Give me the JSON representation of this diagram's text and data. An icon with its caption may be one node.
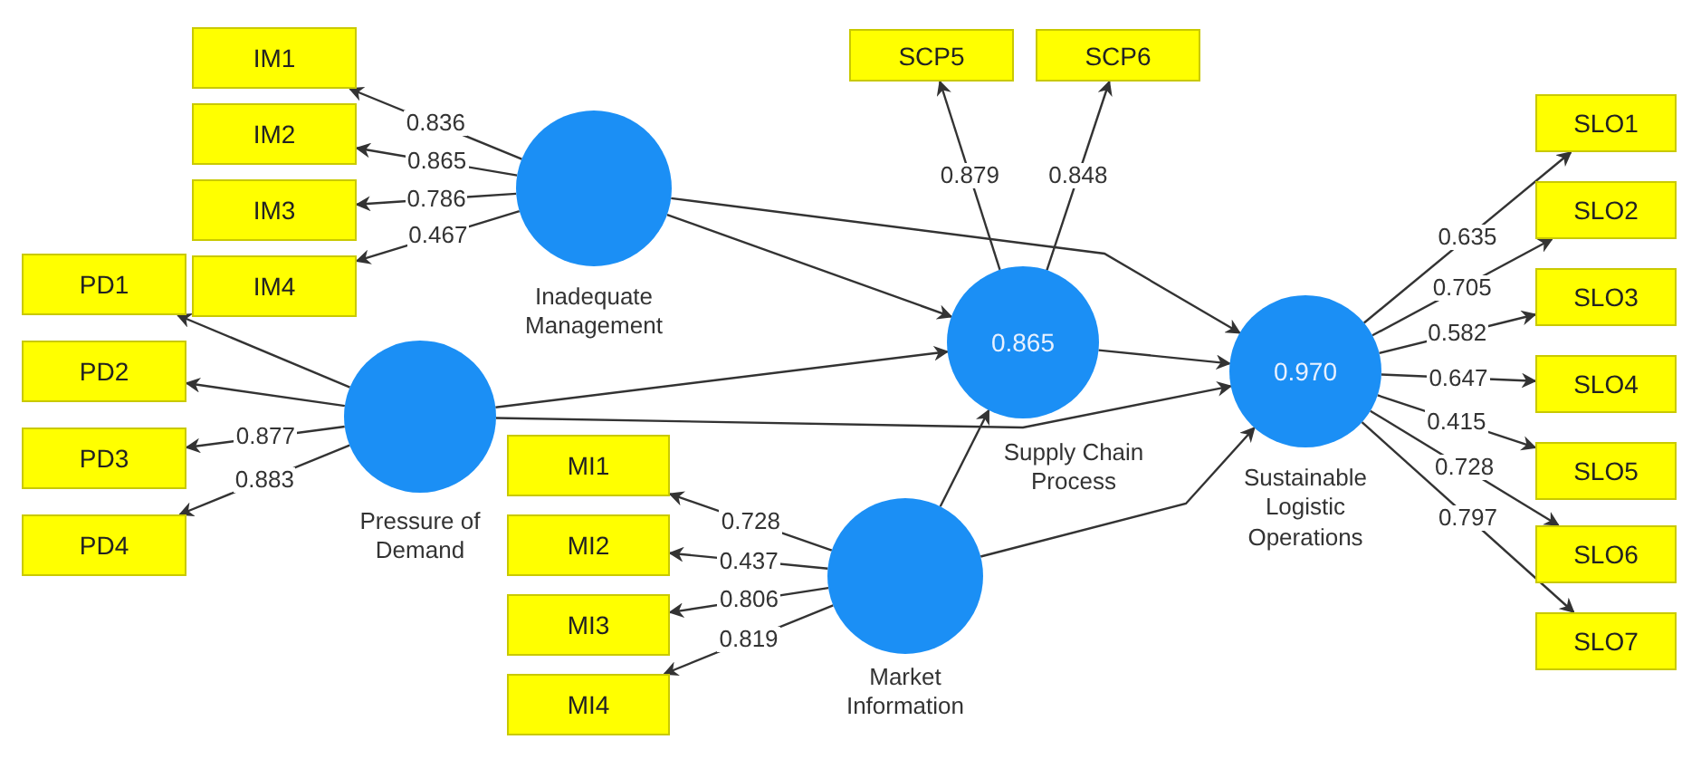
{
  "diagram": {
    "nodes": [
      {
        "text": [
          "IM1"
        ]
      },
      {
        "text": [
          "IM2"
        ]
      },
      {
        "text": [
          "IM3"
        ]
      },
      {
        "text": [
          "IM4"
        ]
      },
      {
        "text": [
          "PD1"
        ]
      },
      {
        "text": [
          "PD2"
        ]
      },
      {
        "text": [
          "PD3"
        ]
      },
      {
        "text": [
          "PD4"
        ]
      },
      {
        "text": [],
        "shape": "circle",
        "beside": [
          "Inadequate Management"
        ]
      },
      {
        "text": [],
        "shape": "circle",
        "beside": [
          "Pressure of Demand"
        ]
      },
      {
        "text": [
          "SCP5"
        ]
      },
      {
        "text": [
          "SCP6"
        ]
      },
      {
        "text": [
          "0.865"
        ],
        "beside": [
          "Supply Chain Process"
        ]
      },
      {
        "text": [
          "MI1"
        ]
      },
      {
        "text": [
          "MI2"
        ]
      },
      {
        "text": [
          "MI3"
        ]
      },
      {
        "text": [
          "MI4"
        ]
      },
      {
        "text": [],
        "shape": "circle",
        "beside": [
          "Market Information"
        ]
      },
      {
        "text": [
          "0.970"
        ],
        "beside": [
          "Sustainable Logistic Operations"
        ]
      },
      {
        "text": [
          "SLO1"
        ]
      },
      {
        "text": [
          "SLO2"
        ]
      },
      {
        "text": [
          "SLO3"
        ]
      },
      {
        "text": [
          "SLO4"
        ]
      },
      {
        "text": [
          "SLO5"
        ]
      },
      {
        "text": [
          "SLO6"
        ]
      },
      {
        "text": [
          "SLO7"
        ]
      }
    ],
    "edges": [
      {
        "from": 8,
        "to": 0,
        "arrow": "to",
        "label": "0.836"
      },
      {
        "from": 8,
        "to": 1,
        "arrow": "to",
        "label": "0.865"
      },
      {
        "from": 8,
        "to": 2,
        "arrow": "to",
        "label": "0.786"
      },
      {
        "from": 8,
        "to": 3,
        "arrow": "to",
        "label": "0.467"
      },
      {
        "from": 9,
        "to": 4,
        "arrow": "to"
      },
      {
        "from": 9,
        "to": 5,
        "arrow": "to"
      },
      {
        "from": 9,
        "to": 6,
        "arrow": "to",
        "label": "0.877"
      },
      {
        "from": 9,
        "to": 7,
        "arrow": "to",
        "label": "0.883"
      },
      {
        "from": 12,
        "to": 10,
        "arrow": "to",
        "label": "0.879"
      },
      {
        "from": 12,
        "to": 11,
        "arrow": "to",
        "label": "0.848"
      },
      {
        "from": 17,
        "to": 13,
        "arrow": "to",
        "label": "0.728"
      },
      {
        "from": 17,
        "to": 14,
        "arrow": "to",
        "label": "0.437"
      },
      {
        "from": 17,
        "to": 15,
        "arrow": "to",
        "label": "0.806"
      },
      {
        "from": 17,
        "to": 16,
        "arrow": "to",
        "label": "0.819"
      },
      {
        "from": 18,
        "to": 19,
        "arrow": "to",
        "label": "0.635"
      },
      {
        "from": 18,
        "to": 20,
        "arrow": "to",
        "label": "0.705"
      },
      {
        "from": 18,
        "to": 21,
        "arrow": "to",
        "label": "0.582"
      },
      {
        "from": 18,
        "to": 22,
        "arrow": "to",
        "label": "0.647"
      },
      {
        "from": 18,
        "to": 23,
        "arrow": "to",
        "label": "0.415"
      },
      {
        "from": 18,
        "to": 24,
        "arrow": "to",
        "label": "0.728"
      },
      {
        "from": 18,
        "to": 25,
        "arrow": "to",
        "label": "0.797"
      },
      {
        "from": 8,
        "to": 12,
        "arrow": "to"
      },
      {
        "from": 8,
        "to": 18,
        "arrow": "to"
      },
      {
        "from": 9,
        "to": 12,
        "arrow": "to"
      },
      {
        "from": 9,
        "to": 18,
        "arrow": "to"
      },
      {
        "from": 17,
        "to": 12,
        "arrow": "to"
      },
      {
        "from": 17,
        "to": 18,
        "arrow": "to"
      },
      {
        "from": 12,
        "to": 18,
        "arrow": "to"
      }
    ]
  }
}
